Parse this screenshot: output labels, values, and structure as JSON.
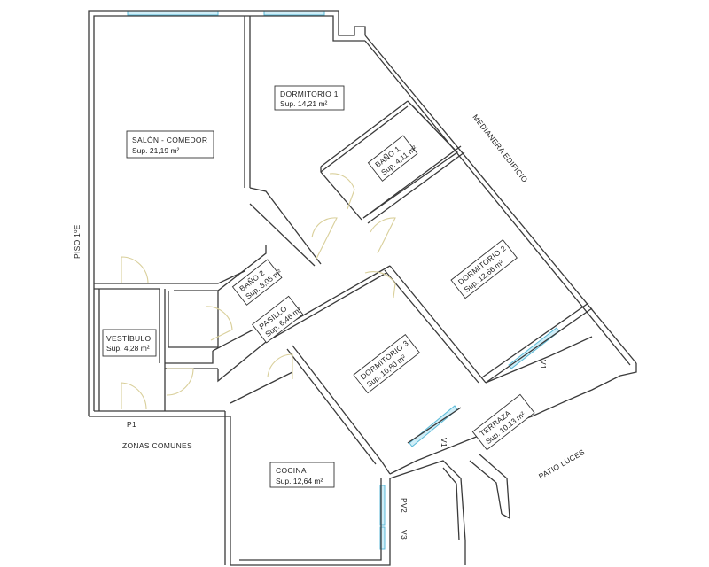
{
  "rooms": {
    "salon": {
      "name": "SALÓN - COMEDOR",
      "area": "Sup. 21,19 m²"
    },
    "dormitorio1": {
      "name": "DORMITORIO 1",
      "area": "Sup. 14,21 m²"
    },
    "bano1": {
      "name": "BAÑO 1",
      "area": "Sup. 4,11 m²"
    },
    "bano2": {
      "name": "BAÑO 2",
      "area": "Sup. 3,05 m²"
    },
    "pasillo": {
      "name": "PASILLO",
      "area": "Sup. 6,46 m²"
    },
    "dormitorio2": {
      "name": "DORMITORIO 2",
      "area": "Sup. 12,66 m²"
    },
    "dormitorio3": {
      "name": "DORMITORIO 3",
      "area": "Sup. 10,80 m²"
    },
    "vestibulo": {
      "name": "VESTÍBULO",
      "area": "Sup. 4,28 m²"
    },
    "terraza": {
      "name": "TERRAZA",
      "area": "Sup. 10,13 m²"
    },
    "cocina": {
      "name": "COCINA",
      "area": "Sup. 12,64 m²"
    }
  },
  "labels": {
    "piso": "PISO 1ºE",
    "medianera": "MEDIANERA EDIFICIO",
    "zonas_comunes": "ZONAS COMUNES",
    "patio_luces": "PATIO LUCES",
    "p1": "P1",
    "pv2": "PV2",
    "v3": "V3",
    "v1_a": "V1",
    "v1_b": "V1"
  }
}
